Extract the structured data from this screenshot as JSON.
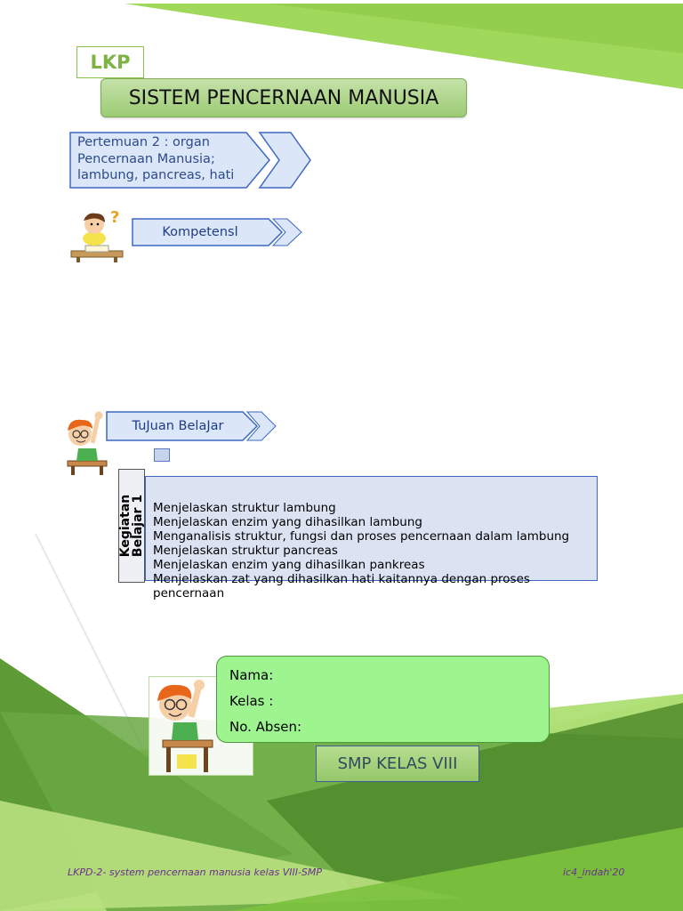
{
  "colors": {
    "green_light": "#9fd85a",
    "green_dark": "#4f8b2b",
    "title_fill": "#a8d281",
    "arrow_fill": "#dbe7f8",
    "arrow_stroke": "#3d68c2",
    "biodata_fill": "#9ef58f",
    "footer_text": "#6b2f8f"
  },
  "header": {
    "tag": "LKP",
    "title": "SISTEM PENCERNAAN MANUSIA"
  },
  "pertemuan": {
    "lines": [
      "Pertemuan 2 : organ",
      "Pencernaan Manusia;",
      "lambung, pancreas, hati"
    ]
  },
  "kompetensi": {
    "label": "Kompetensl"
  },
  "tujuan": {
    "label": "TuJuan BelaJar"
  },
  "kegiatan": {
    "side_label": [
      "Kegiatan",
      "Belajar 1"
    ],
    "items": [
      "Menjelaskan struktur lambung",
      "Menjelaskan enzim yang dihasilkan lambung",
      "Menganalisis struktur, fungsi dan proses pencernaan dalam lambung",
      "Menjelaskan struktur pancreas",
      "Menjelaskan enzim yang dihasilkan pankreas",
      "Menjelaskan zat yang dihasilkan hati kaitannya dengan proses",
      "pencernaan"
    ]
  },
  "biodata": {
    "nama": "Nama:",
    "kelas": "Kelas :",
    "absen": "No. Absen:"
  },
  "grade_label": "SMP KELAS VIII",
  "footer": {
    "left": "LKPD-2- system pencernaan manusia kelas VIII-SMP",
    "right": "ic4_indah'20"
  },
  "icons": [
    "thinking-boy-icon",
    "raising-hand-boy-icon",
    "chevron-arrow-icon"
  ]
}
